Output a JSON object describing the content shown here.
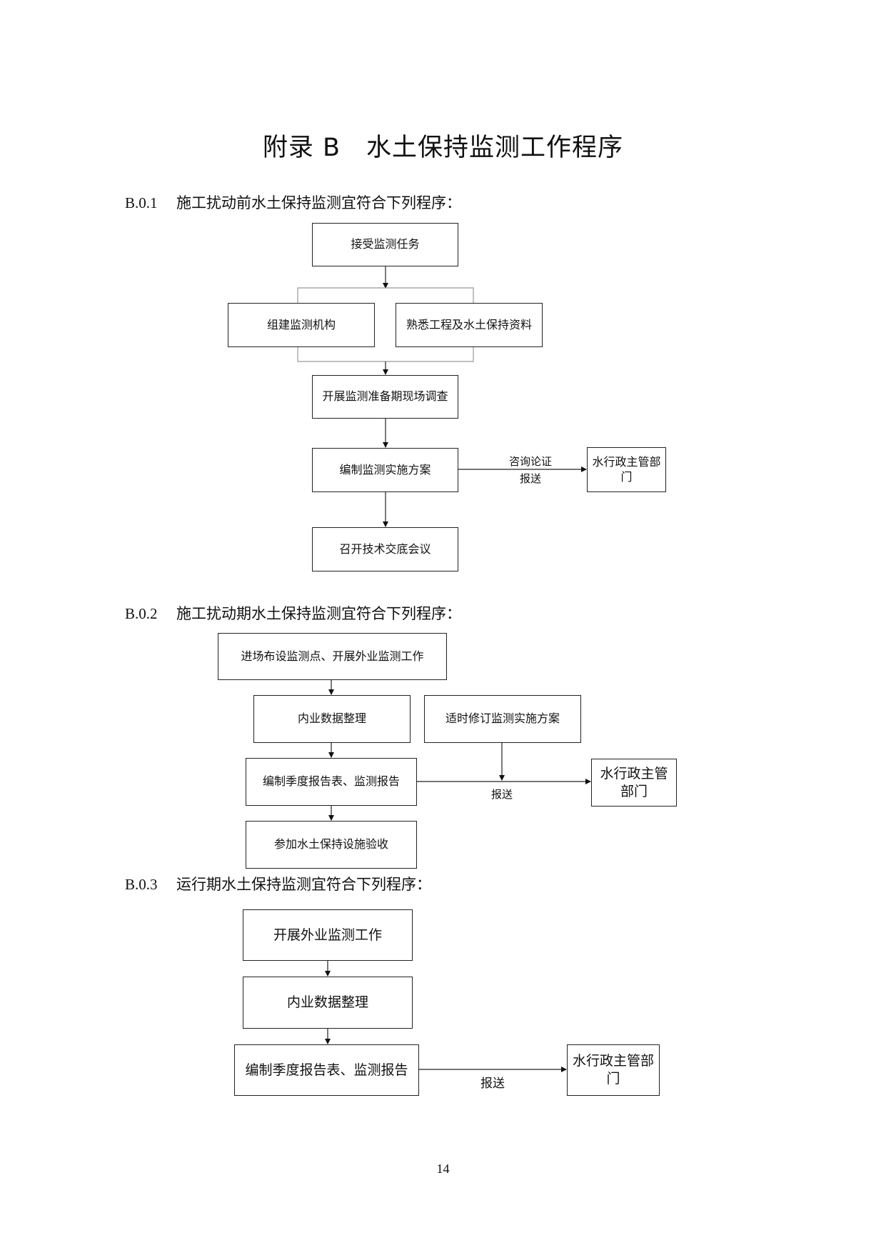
{
  "title": "附录 B　水土保持监测工作程序",
  "sections": [
    {
      "num": "B.0.1",
      "text": "施工扰动前水土保持监测宜符合下列程序："
    },
    {
      "num": "B.0.2",
      "text": "施工扰动期水土保持监测宜符合下列程序："
    },
    {
      "num": "B.0.3",
      "text": "运行期水土保持监测宜符合下列程序："
    }
  ],
  "flow1": {
    "accept": "接受监测任务",
    "org": "组建监测机构",
    "familiar": "熟悉工程及水土保持资料",
    "survey": "开展监测准备期现场调查",
    "plan": "编制监测实施方案",
    "meeting": "召开技术交底会议",
    "authority": "水行政主管部门",
    "edge_label_1": "咨询论证",
    "edge_label_2": "报送"
  },
  "flow2": {
    "field": "进场布设监测点、开展外业监测工作",
    "data": "内业数据整理",
    "revise": "适时修订监测实施方案",
    "report": "编制季度报告表、监测报告",
    "accept": "参加水土保持设施验收",
    "authority": "水行政主管部门",
    "edge_label": "报送"
  },
  "flow3": {
    "field": "开展外业监测工作",
    "data": "内业数据整理",
    "report": "编制季度报告表、监测报告",
    "authority": "水行政主管部门",
    "edge_label": "报送"
  },
  "page_number": "14"
}
